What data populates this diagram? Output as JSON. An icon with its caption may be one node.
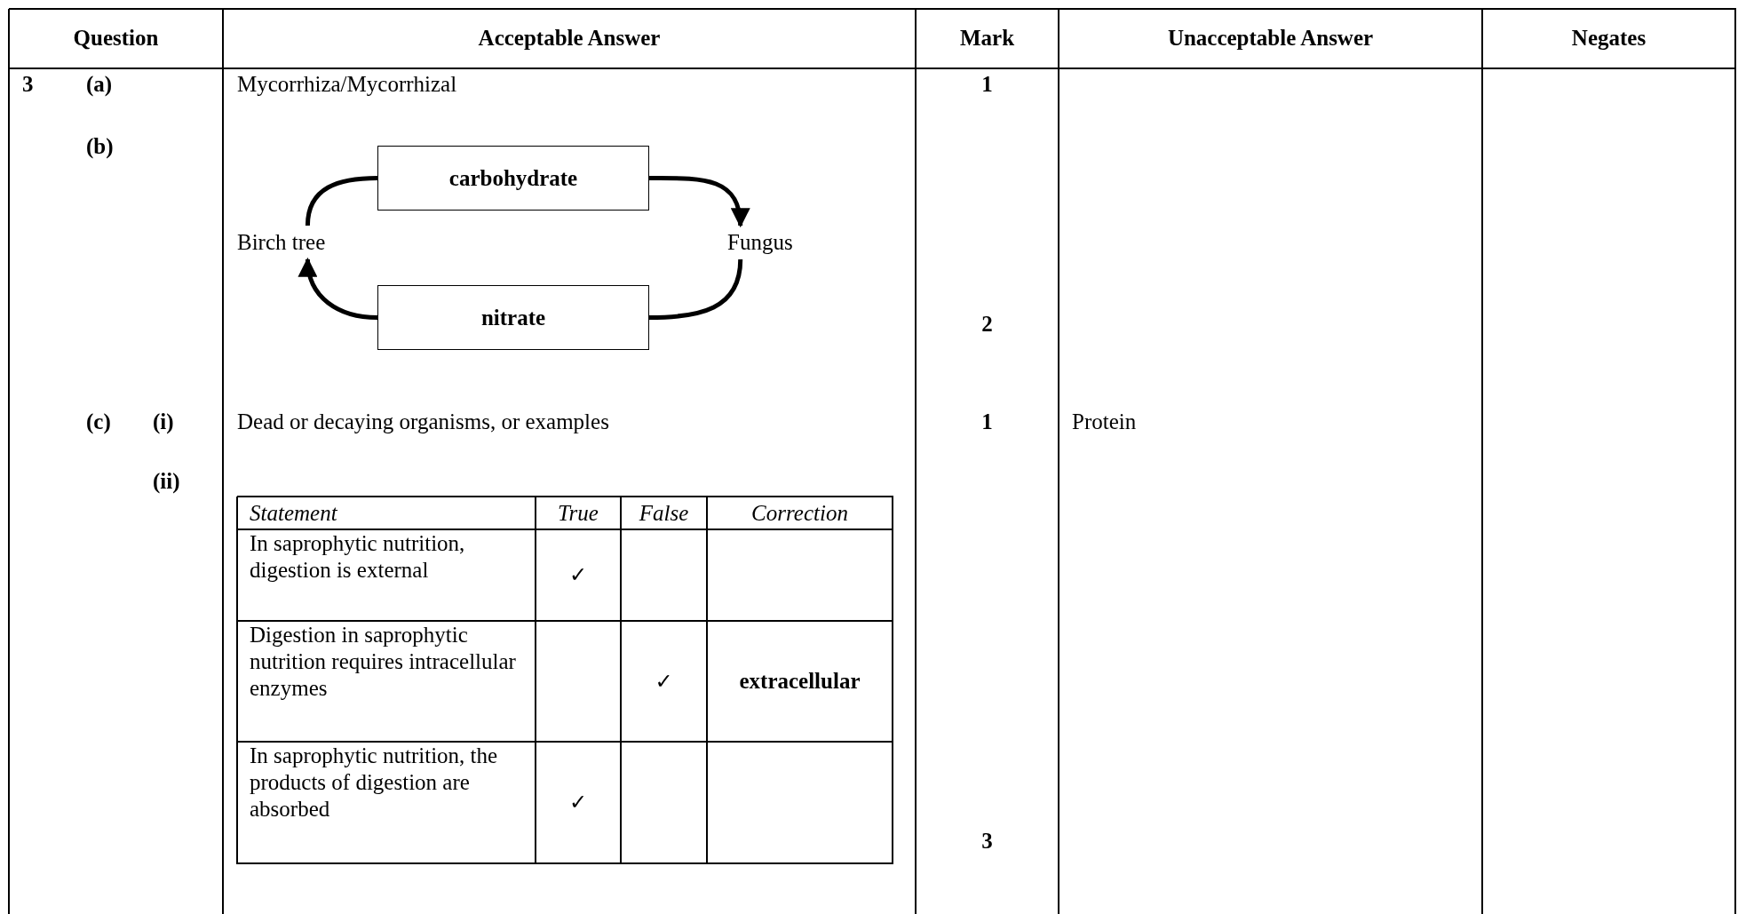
{
  "diagram": {
    "nodes": [
      {
        "text": [
          "Birch tree"
        ]
      },
      {
        "text": [
          "carbohydrate"
        ]
      },
      {
        "text": [
          "Fungus"
        ]
      },
      {
        "text": [
          "nitrate"
        ]
      }
    ],
    "edges": [
      {
        "from": 0,
        "to": 1,
        "arrow": "none"
      },
      {
        "from": 1,
        "to": 2,
        "arrow": "to"
      },
      {
        "from": 2,
        "to": 3,
        "arrow": "none"
      },
      {
        "from": 3,
        "to": 0,
        "arrow": "to"
      }
    ],
    "labels": [
      "Question",
      "Acceptable Answer",
      "Mark",
      "Unacceptable Answer",
      "Negates",
      "3",
      "(a)",
      "Mycorrhiza/Mycorrhizal",
      "1",
      "(b)",
      "2",
      "(c)",
      "(i)",
      "Dead or decaying organisms, or examples",
      "1",
      "Protein",
      "(ii)",
      "Statement",
      "True",
      "False",
      "Correction",
      "In saprophytic nutrition, digestion is external",
      "✓",
      "Digestion in saprophytic nutrition requires intracellular enzymes",
      "✓",
      "extracellular",
      "In saprophytic nutrition, the products of digestion are absorbed",
      "✓",
      "3"
    ]
  }
}
